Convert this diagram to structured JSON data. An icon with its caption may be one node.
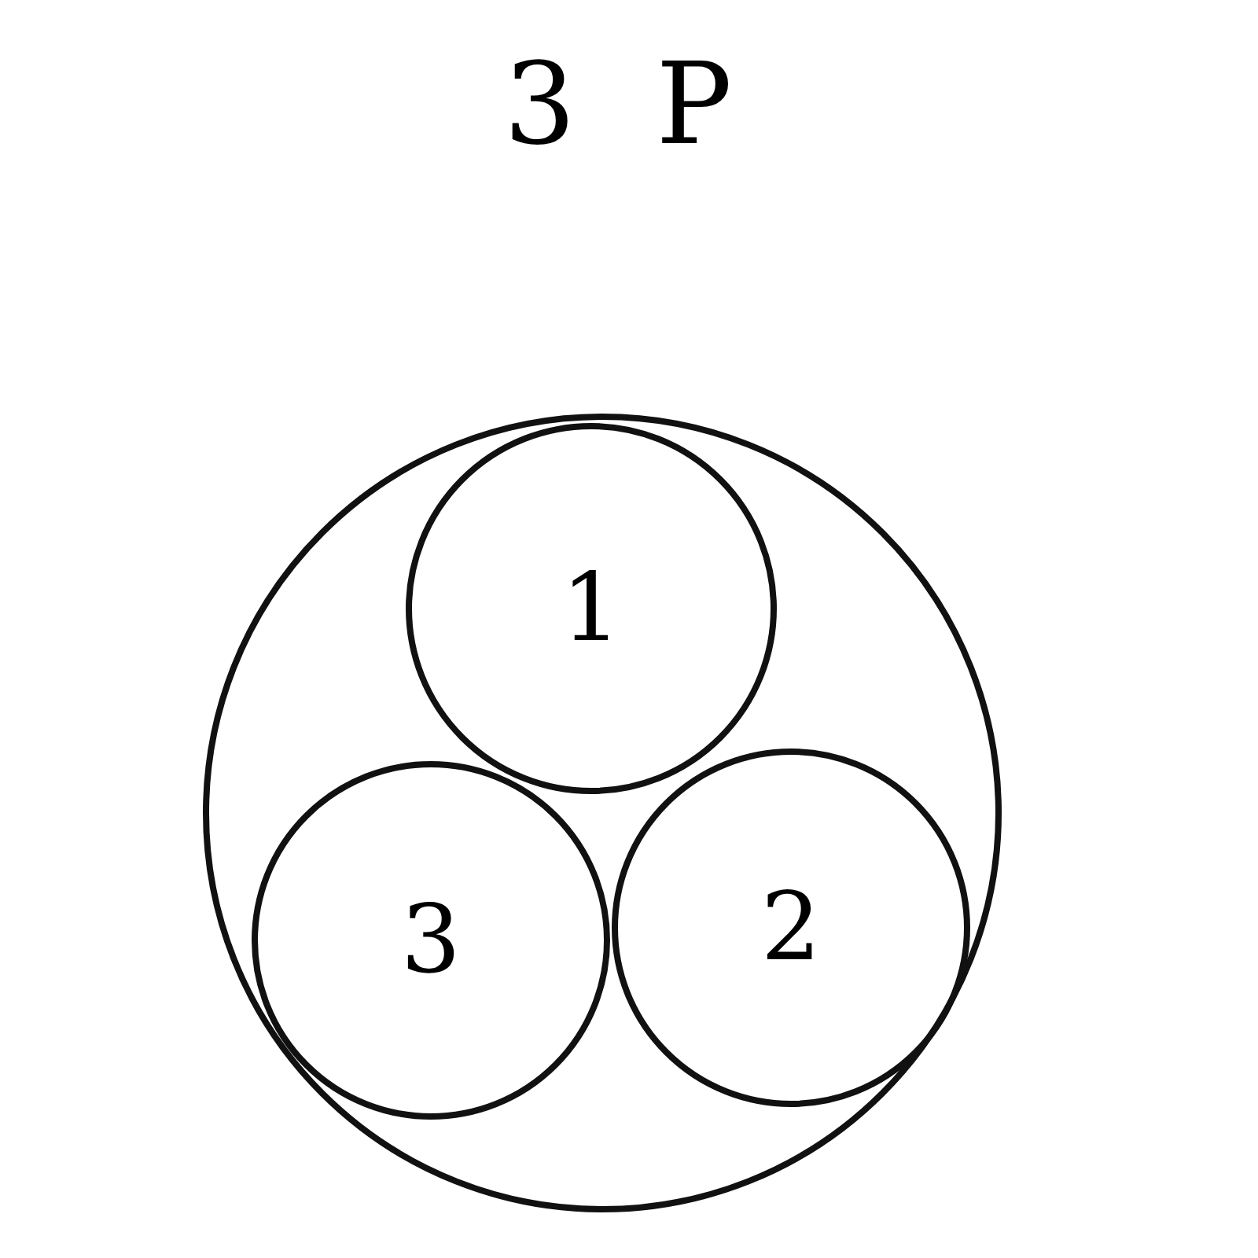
{
  "diagram": {
    "title": "3 P",
    "nodes": [
      {
        "text": [],
        "shape": "circle"
      },
      {
        "text": [
          "1"
        ],
        "in": 0
      },
      {
        "text": [
          "3"
        ],
        "in": 0
      },
      {
        "text": [
          "2"
        ],
        "in": 0
      }
    ]
  }
}
